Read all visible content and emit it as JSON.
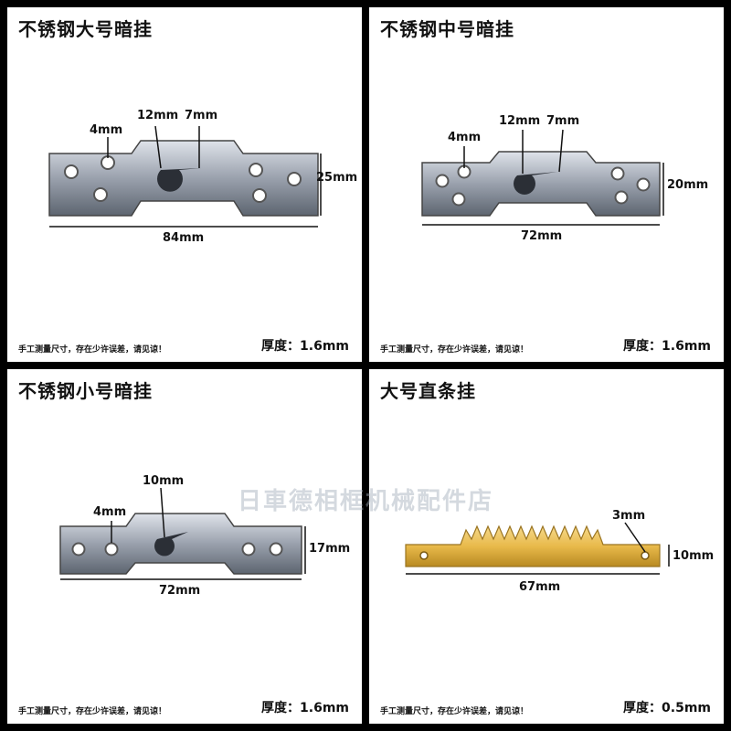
{
  "panels": [
    {
      "title": "不锈钢大号暗挂",
      "thickness": "厚度：1.6mm",
      "note": "手工测量尺寸，存在少许误差，请见谅！",
      "dims": {
        "hole": "4mm",
        "slot_w": "12mm",
        "slot_n": "7mm",
        "height": "25mm",
        "length": "84mm"
      }
    },
    {
      "title": "不锈钢中号暗挂",
      "thickness": "厚度：1.6mm",
      "note": "手工测量尺寸，存在少许误差，请见谅！",
      "dims": {
        "hole": "4mm",
        "slot_w": "12mm",
        "slot_n": "7mm",
        "height": "20mm",
        "length": "72mm"
      }
    },
    {
      "title": "不锈钢小号暗挂",
      "thickness": "厚度：1.6mm",
      "note": "手工测量尺寸，存在少许误差，请见谅！",
      "dims": {
        "hole": "4mm",
        "slot": "10mm",
        "height": "17mm",
        "length": "72mm"
      }
    },
    {
      "title": "大号直条挂",
      "thickness": "厚度：0.5mm",
      "note": "手工测量尺寸，存在少许误差，请见谅！",
      "dims": {
        "hole": "3mm",
        "height": "10mm",
        "length": "67mm"
      }
    }
  ],
  "watermark": "日車德相框机械配件店",
  "colors": {
    "steel": "#a9b0bb",
    "steel_dark": "#5d6570",
    "brass": "#e8b94a",
    "brass_dark": "#b88a22"
  }
}
